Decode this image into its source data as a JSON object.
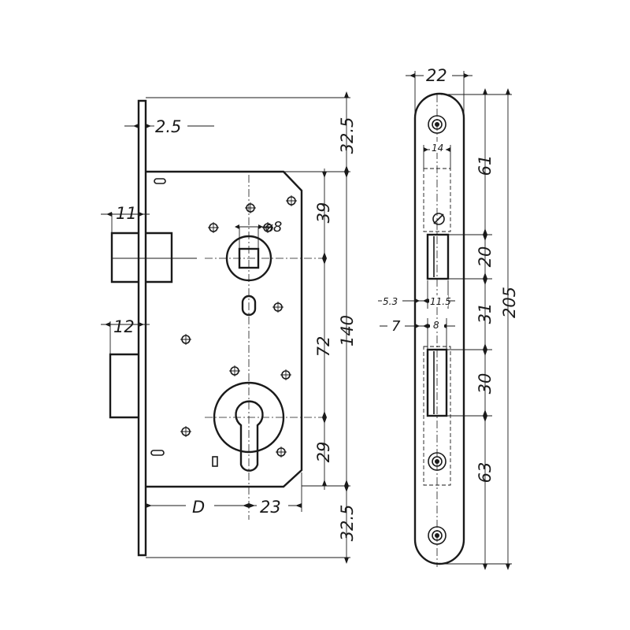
{
  "colors": {
    "ink": "#1a1a1a",
    "background": "#ffffff"
  },
  "dimensions": {
    "faceplate_thickness": "2.5",
    "latch_projection": "11",
    "deadbolt_projection": "12",
    "top_offset": "32.5",
    "handle_from_top": "39",
    "spindle_square": "8",
    "handle_to_cylinder": "72",
    "case_height": "140",
    "cylinder_to_bottom": "29",
    "bottom_offset": "32.5",
    "backset": "D",
    "cylinder_to_edge": "23",
    "strike_width": "22",
    "latch_window_width": "14",
    "strike_top_to_latch": "61",
    "latch_window_height": "20",
    "left_margin_a": "5.3",
    "window_width_a": "11.5",
    "latch_to_bolt": "31",
    "overall_height": "205",
    "left_margin_b": "7",
    "window_width_b": "8",
    "bolt_window_height": "30",
    "bolt_to_bottom": "63"
  }
}
